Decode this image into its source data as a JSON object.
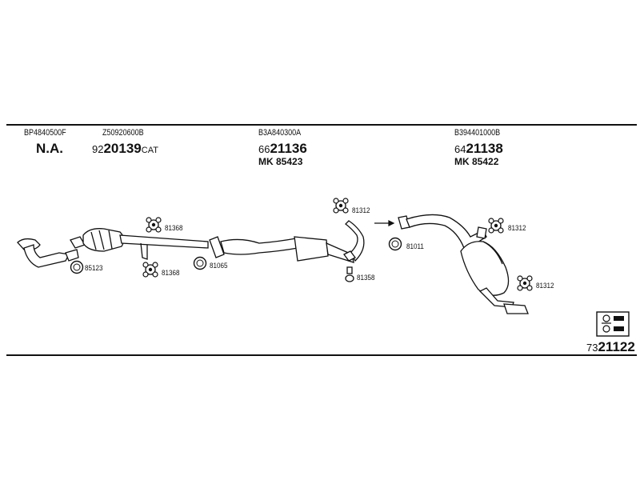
{
  "header": {
    "col1": {
      "code": "BP4840500F",
      "name": "N.A."
    },
    "col2": {
      "code": "Z50920600B",
      "num_prefix": "92",
      "num_main": "20139",
      "num_suffix": "CAT"
    },
    "col3": {
      "code": "B3A840300A",
      "num_prefix": "66",
      "num_main": "21136",
      "mk": "MK 85423"
    },
    "col4": {
      "code": "B394401000B",
      "num_prefix": "64",
      "num_main": "21138",
      "mk": "MK 85422"
    }
  },
  "part_labels": {
    "p81368a": "81368",
    "p81368b": "81368",
    "p85123": "85123",
    "p81065": "81065",
    "p81312a": "81312",
    "p81358": "81358",
    "p81011": "81011",
    "p81312b": "81312",
    "p81312c": "81312"
  },
  "footer": {
    "num_prefix": "73",
    "num_main": "21122"
  },
  "icons": {
    "kit": "mounting-kit-icon"
  }
}
